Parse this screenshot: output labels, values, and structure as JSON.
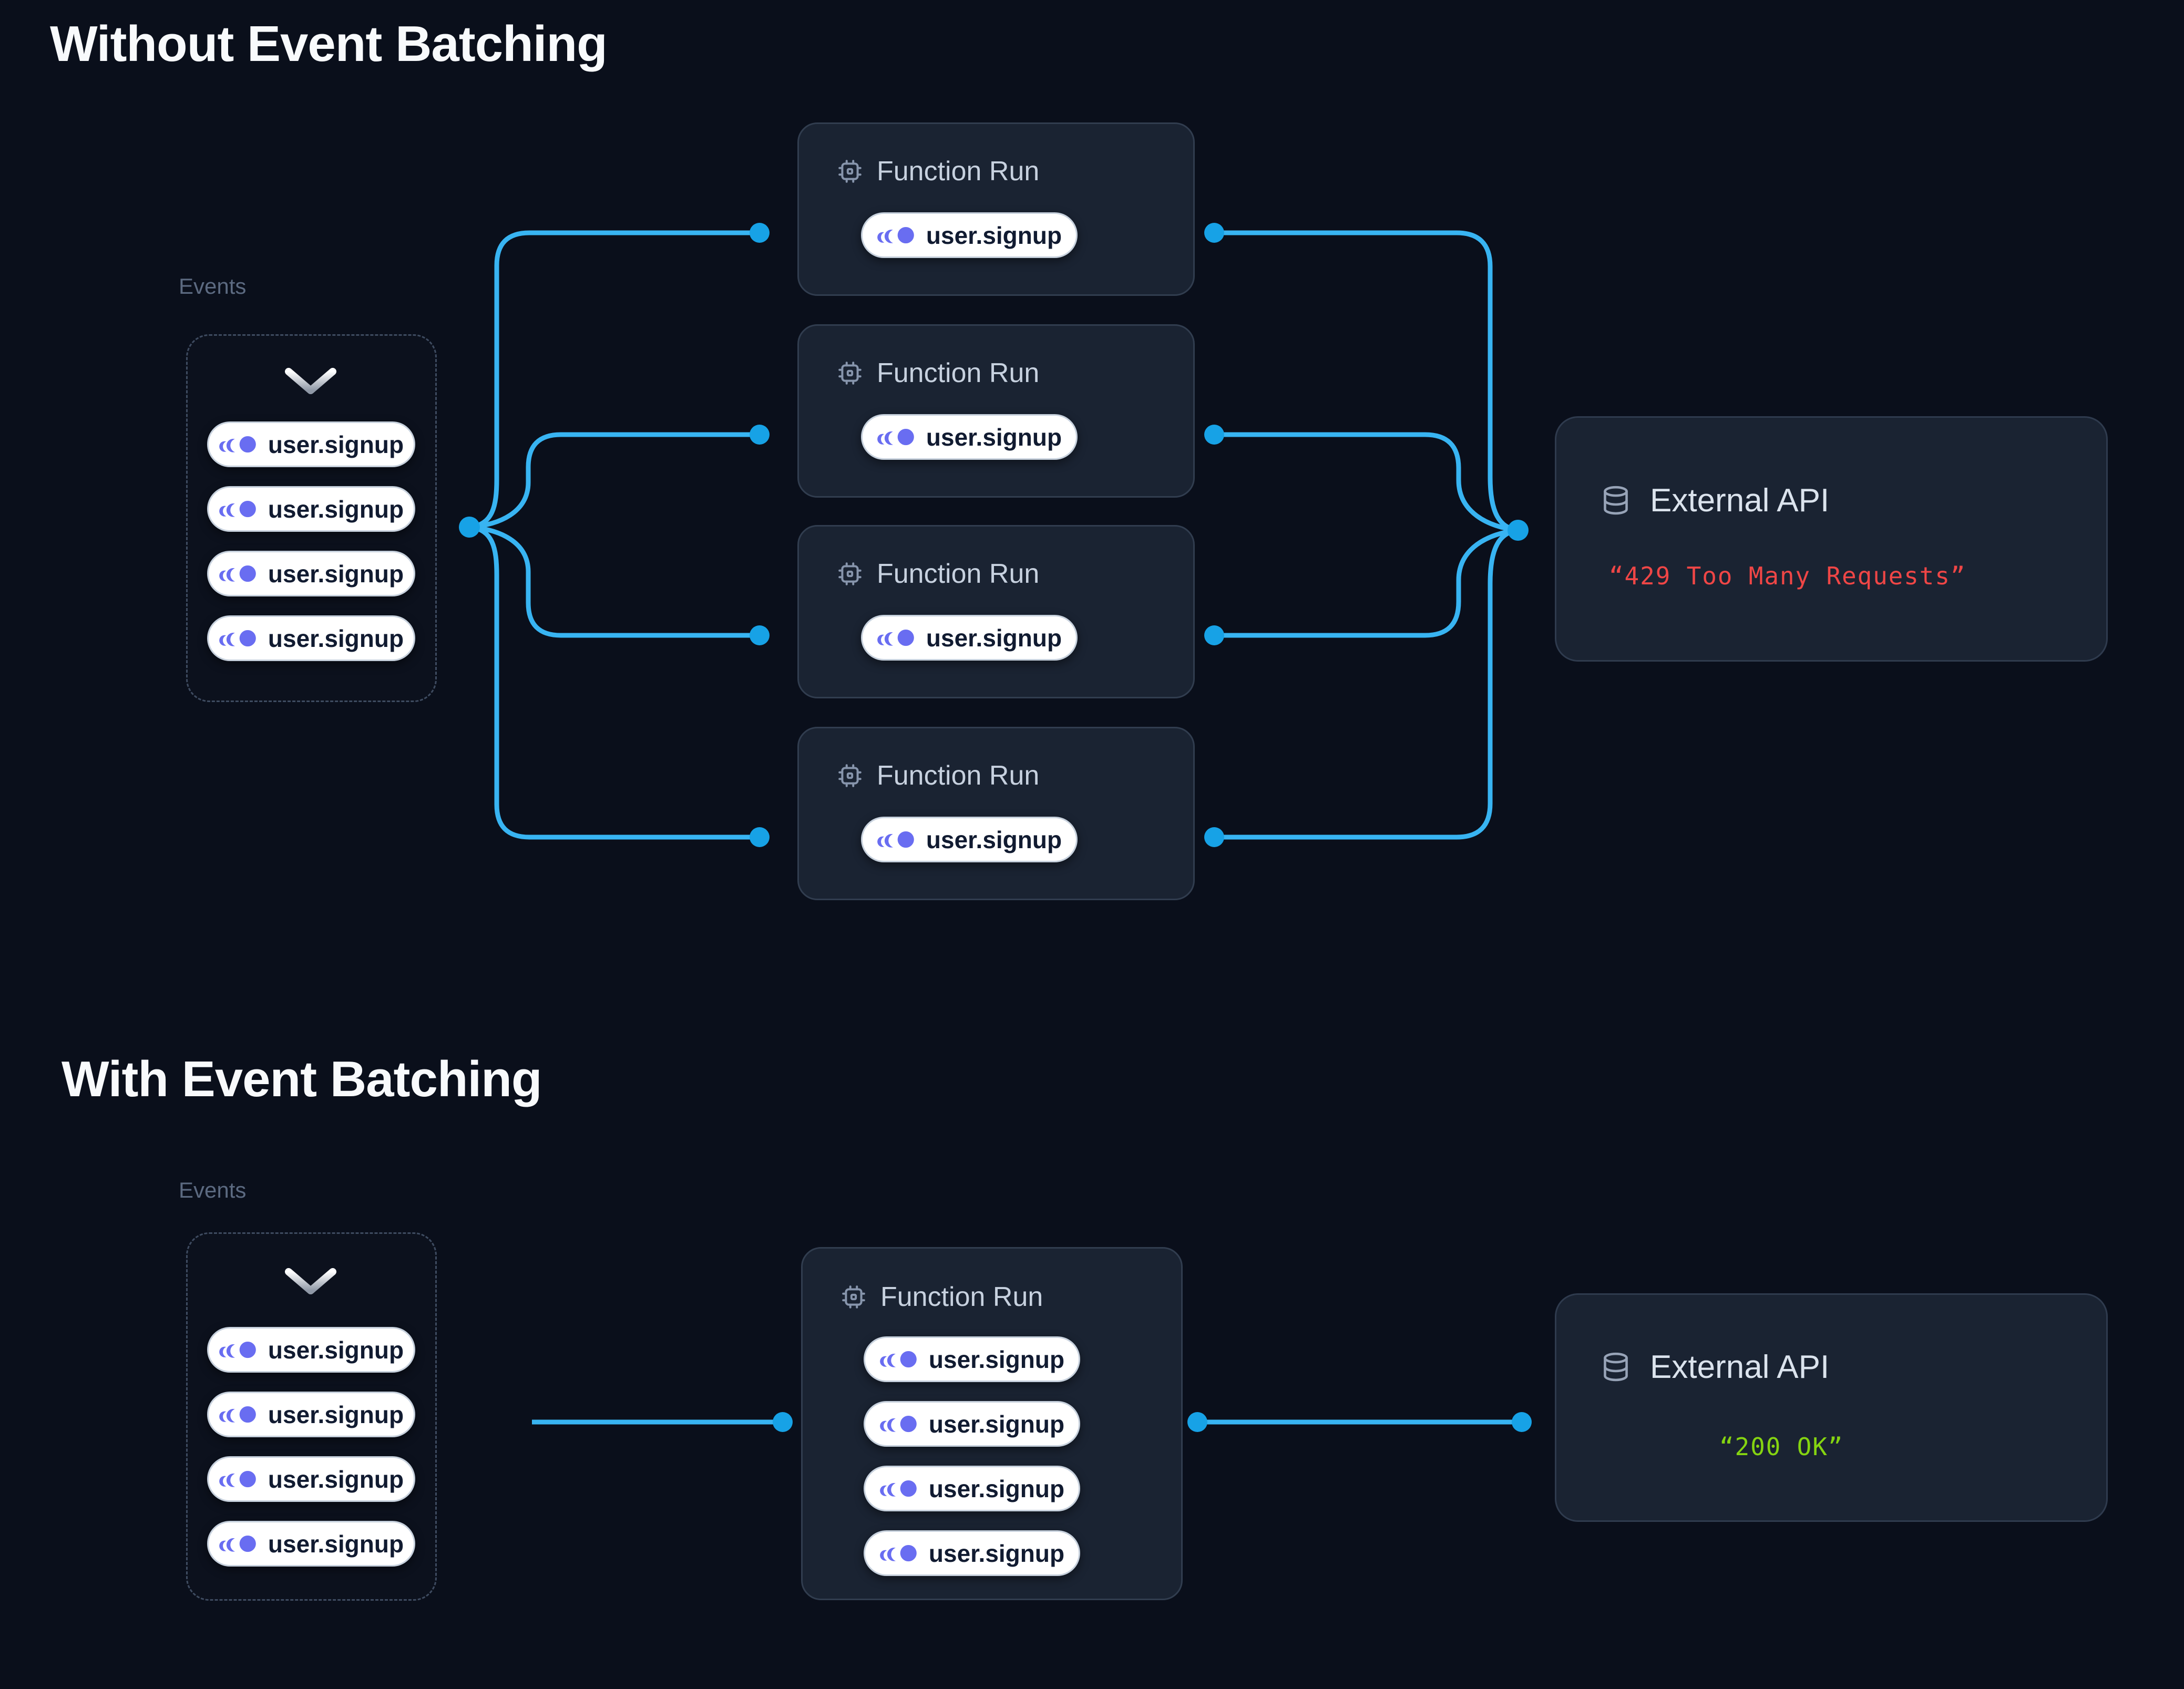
{
  "colors": {
    "background": "#0A0F1B",
    "card_background": "#1A2332",
    "card_border": "#313D4F",
    "connector_line": "#38B4F2",
    "connector_dot": "#17A2E6",
    "event_purple": "#696DF1",
    "error_red": "#EF4646",
    "success_green": "#85D411"
  },
  "icons": {
    "function_run": "cpu-chip-icon",
    "external_api": "database-icon",
    "events_box": "chevron-down-icon",
    "event_pill": "event-pulse-icon"
  },
  "sections": [
    {
      "title": "Without Event Batching",
      "events_panel": {
        "label": "Events",
        "items": [
          "user.signup",
          "user.signup",
          "user.signup",
          "user.signup"
        ]
      },
      "function_runs": [
        {
          "title": "Function Run",
          "events": [
            "user.signup"
          ]
        },
        {
          "title": "Function Run",
          "events": [
            "user.signup"
          ]
        },
        {
          "title": "Function Run",
          "events": [
            "user.signup"
          ]
        },
        {
          "title": "Function Run",
          "events": [
            "user.signup"
          ]
        }
      ],
      "external_api": {
        "title": "External API",
        "status": "“429 Too Many Requests”"
      }
    },
    {
      "title": "With Event Batching",
      "events_panel": {
        "label": "Events",
        "items": [
          "user.signup",
          "user.signup",
          "user.signup",
          "user.signup"
        ]
      },
      "function_runs": [
        {
          "title": "Function Run",
          "events": [
            "user.signup",
            "user.signup",
            "user.signup",
            "user.signup"
          ]
        }
      ],
      "external_api": {
        "title": "External API",
        "status": "“200 OK”"
      }
    }
  ]
}
